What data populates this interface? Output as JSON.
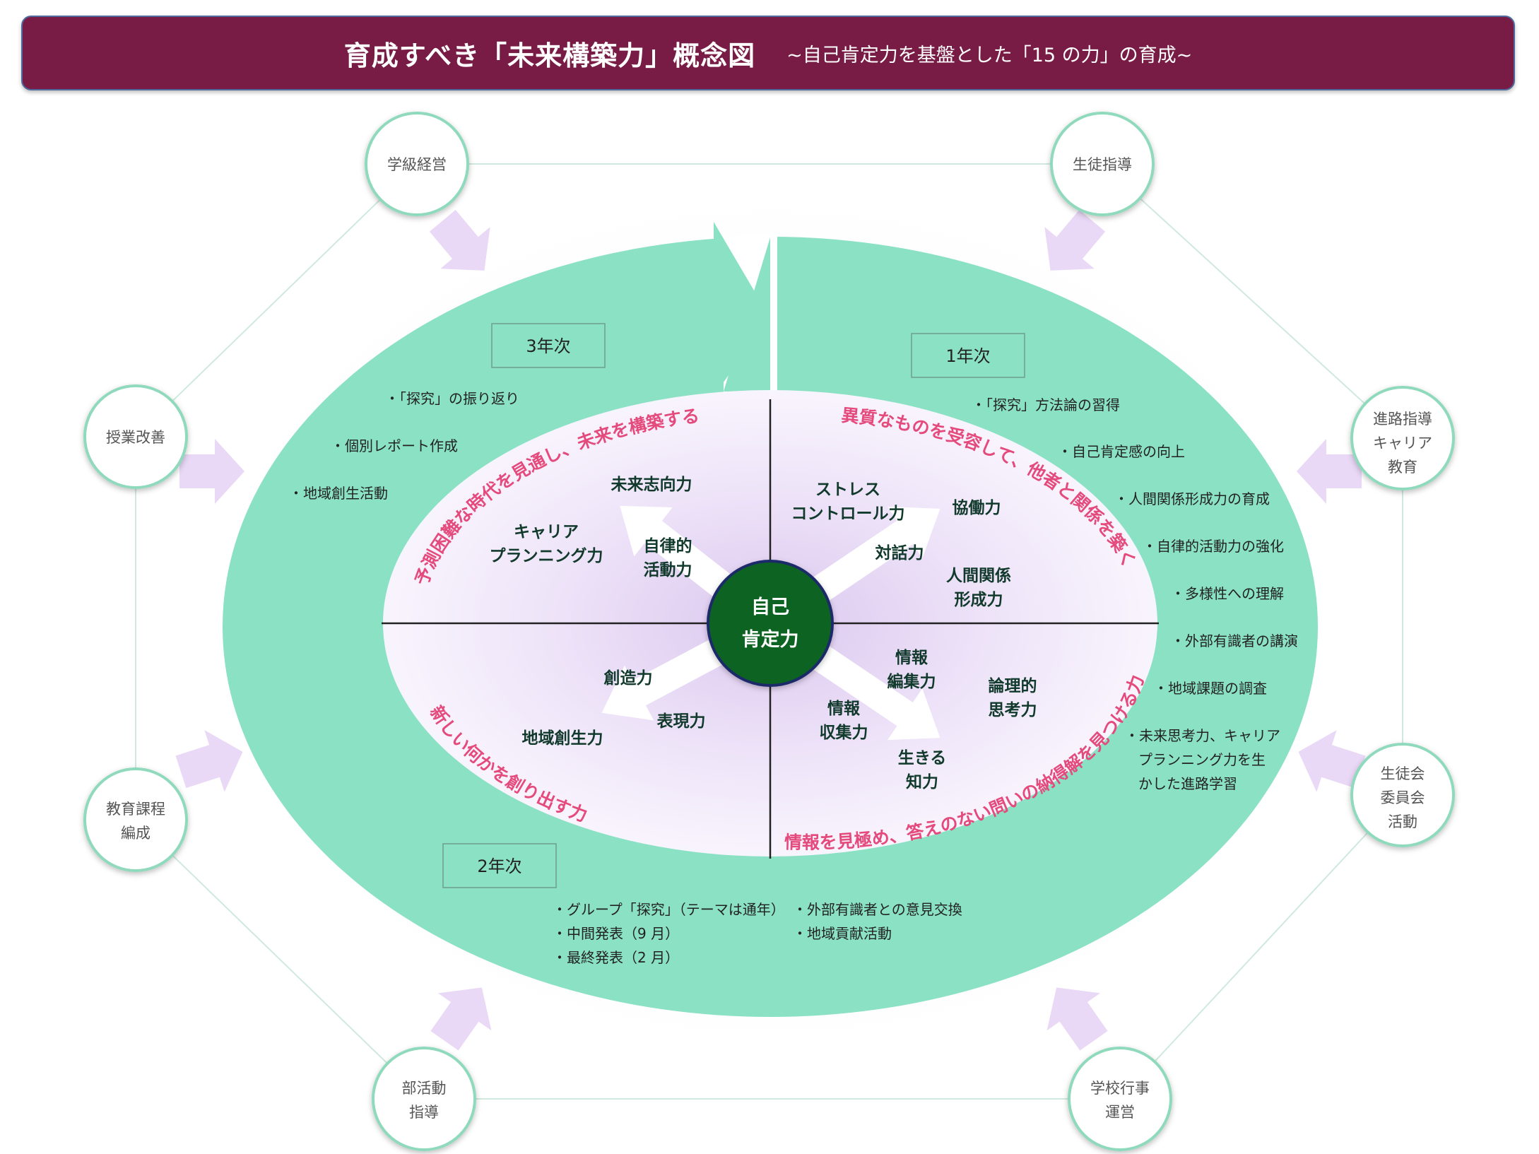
{
  "header": {
    "title": "育成すべき「未来構築力」概念図",
    "subtitle": "~自己肯定力を基盤とした「15 の力」の育成~"
  },
  "center": {
    "line1": "自己",
    "line2": "肯定力"
  },
  "colors": {
    "header_bg": "#781c45",
    "ring": "#8ae1c4",
    "center_circle": "#0f6420",
    "arc_text": "#e44a7c",
    "node_border": "#8fd9bd",
    "arrow_fill": "#e9d8f6"
  },
  "years": {
    "y3": "3年次",
    "y1": "1年次",
    "y2": "2年次"
  },
  "arcs": {
    "q3": "予測困難な時代を見通し、未来を構築する力",
    "q1": "異質なものを受容して、他者と関係を築く力",
    "q2": "新しい何かを創り出す力",
    "q4": "情報を見極め、答えのない問いの納得解を見つける力"
  },
  "powers": {
    "mirai_shikou": "未来志向力",
    "career_1": "キャリア",
    "career_2": "プランニング力",
    "jiritsu_1": "自律的",
    "jiritsu_2": "活動力",
    "stress_1": "ストレス",
    "stress_2": "コントロール力",
    "kyodo": "協働力",
    "taiwa": "対話力",
    "ningen_1": "人間関係",
    "ningen_2": "形成力",
    "sozo": "創造力",
    "hyogen": "表現力",
    "chiiki": "地域創生力",
    "henshu_1": "情報",
    "henshu_2": "編集力",
    "ronri_1": "論理的",
    "ronri_2": "思考力",
    "shushu_1": "情報",
    "shushu_2": "収集力",
    "ikiru_1": "生きる",
    "ikiru_2": "知力"
  },
  "activities": {
    "y3": [
      "・「探究」の振り返り",
      "・個別レポート作成",
      "・地域創生活動"
    ],
    "y1": [
      "・「探究」方法論の習得",
      "・自己肯定感の向上",
      "・人間関係形成力の育成",
      "・自律的活動力の強化",
      "・多様性への理解",
      "・外部有識者の講演",
      "・地域課題の調査"
    ],
    "y1_last": [
      "・未来思考力、キャリア",
      "プランニング力を生",
      "かした進路学習"
    ],
    "y2_left": [
      "・グループ「探究」（テーマは通年）",
      "・中間発表（9 月）",
      "・最終発表（2 月）"
    ],
    "y2_right": [
      "・外部有識者との意見交換",
      "・地域貢献活動"
    ]
  },
  "nodes": {
    "gakkyu": [
      "学級経営"
    ],
    "seito_shido": [
      "生徒指導"
    ],
    "jugyo": [
      "授業改善"
    ],
    "shinro": [
      "進路指導",
      "キャリア",
      "教育"
    ],
    "kyoiku_katei": [
      "教育課程",
      "編成"
    ],
    "seitokai": [
      "生徒会",
      "委員会",
      "活動"
    ],
    "bukatsu": [
      "部活動",
      "指導"
    ],
    "gakko_gyoji": [
      "学校行事",
      "運営"
    ]
  }
}
